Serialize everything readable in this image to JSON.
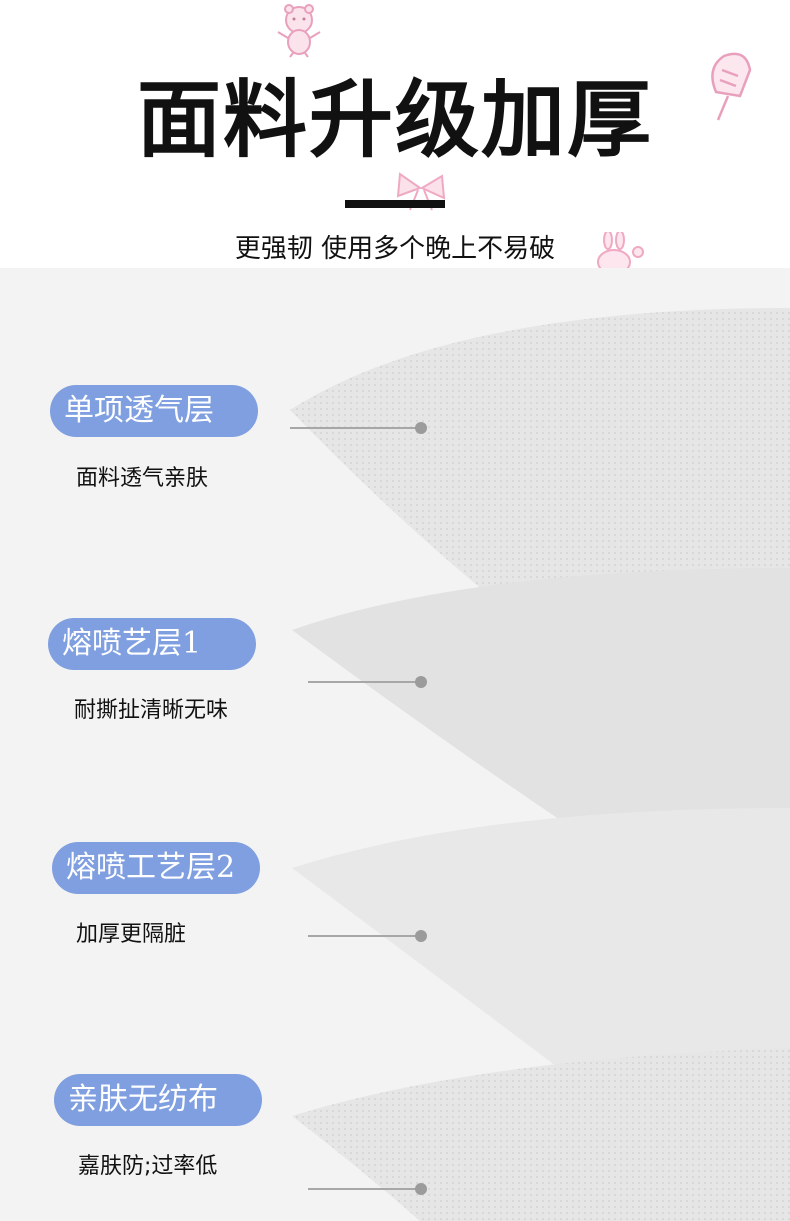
{
  "header": {
    "title": "面料升级加厚",
    "subtitle": "更强韧 使用多个晚上不易破"
  },
  "layers": [
    {
      "badge": "单项透气层",
      "description": "面料透气亲肤"
    },
    {
      "badge": "熔喷艺层1",
      "description": "耐撕扯清晰无味"
    },
    {
      "badge": "熔喷工艺层2",
      "description": "加厚更隔脏"
    },
    {
      "badge": "亲肤无纺布",
      "description": "嘉肤防;过率低"
    }
  ],
  "colors": {
    "badge": "#7f9fe0",
    "panel_background": "#f3f3f3",
    "title": "#111111",
    "decoration": "#f2b8cf"
  },
  "decorations": [
    "bear-icon",
    "popsicle-icon",
    "bow-icon",
    "bunny-icon"
  ]
}
